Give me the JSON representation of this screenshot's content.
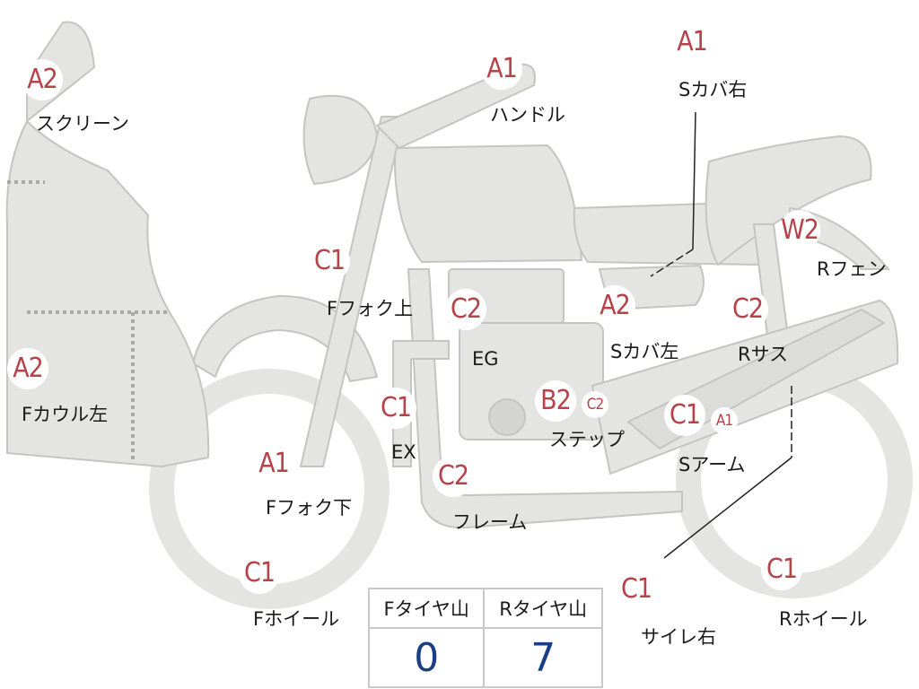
{
  "parts": [
    {
      "key": "screen",
      "grade": "A2",
      "label": "スクリーン"
    },
    {
      "key": "handle",
      "grade": "A1",
      "label": "ハンドル"
    },
    {
      "key": "side-cover-right",
      "grade": "A1",
      "label": "Sカバ右"
    },
    {
      "key": "fork-upper",
      "grade": "C1",
      "label": "Fフォク上"
    },
    {
      "key": "engine",
      "grade": "C2",
      "label": "EG"
    },
    {
      "key": "side-cover-left",
      "grade": "A2",
      "label": "Sカバ左"
    },
    {
      "key": "rear-suspension",
      "grade": "C2",
      "label": "Rサス"
    },
    {
      "key": "rear-fender",
      "grade": "W2",
      "label": "Rフェン"
    },
    {
      "key": "cowl-left",
      "grade": "A2",
      "label": "Fカウル左"
    },
    {
      "key": "exhaust",
      "grade": "C1",
      "label": "EX"
    },
    {
      "key": "step",
      "grade": "B2",
      "label": "ステップ"
    },
    {
      "key": "swing-arm",
      "grade": "C1",
      "label": "Sアーム"
    },
    {
      "key": "fork-lower",
      "grade": "A1",
      "label": "Fフォク下"
    },
    {
      "key": "frame",
      "grade": "C2",
      "label": "フレーム"
    },
    {
      "key": "front-wheel",
      "grade": "C1",
      "label": "Fホイール"
    },
    {
      "key": "silencer-right",
      "grade": "C1",
      "label": "サイレ右"
    },
    {
      "key": "rear-wheel",
      "grade": "C1",
      "label": "Rホイール"
    }
  ],
  "extra_badges": {
    "step_small": "C2",
    "swing_arm_small": "A1"
  },
  "tire_table": {
    "headers": [
      "Fタイヤ山",
      "Rタイヤ山"
    ],
    "values": [
      "0",
      "7"
    ]
  },
  "colors": {
    "part_fill": "#e4e4e2",
    "part_stroke": "#c4c4c2",
    "grade_text": "#b5434a",
    "table_value": "#1c3e87"
  }
}
